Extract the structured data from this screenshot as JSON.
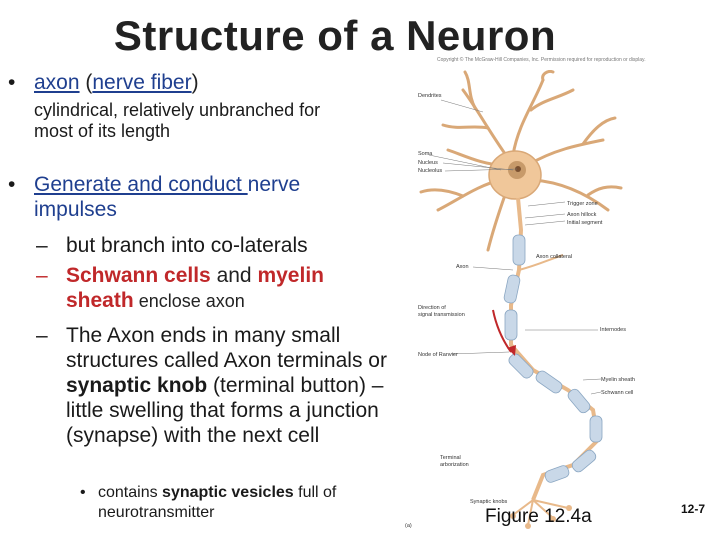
{
  "slide": {
    "title": "Structure of a Neuron",
    "copyright": "Copyright © The McGraw-Hill Companies, Inc. Permission required for reproduction or display.",
    "bullet1": {
      "marker": "•",
      "term": "axon",
      "paren_open": " (",
      "paren_term": "nerve fiber",
      "paren_close": ")"
    },
    "bullet1_sub": "cylindrical, relatively unbranched for most of its length",
    "bullet2": {
      "marker": "•",
      "underlined": "Generate and conduct ",
      "rest": "nerve impulses"
    },
    "dashes": [
      {
        "marker": "–",
        "text": " but branch into co-laterals"
      },
      {
        "marker": "–",
        "part1": "Schwann cells",
        "part2": " and ",
        "part3": "myelin sheath",
        "part4": " enclose axon"
      },
      {
        "marker": "–",
        "part1": "The Axon ends in many small structures called Axon terminals or ",
        "part2": "synaptic knob",
        "part3": " (terminal button) – little swelling that forms a junction (synapse) with the next cell"
      }
    ],
    "subbullet": {
      "marker": "•",
      "part1": "contains ",
      "part2": "synaptic vesicles",
      "part3": " full of neurotransmitter"
    },
    "figure_caption": "Figure 12.4a",
    "slide_number": "12-7"
  },
  "diagram_labels": {
    "dendrites": "Dendrites",
    "soma": "Soma",
    "nucleus": "Nucleus",
    "nucleolus": "Nucleolus",
    "trigger_zone": "Trigger zone",
    "axon_hillock": "Axon hillock",
    "initial_segment": "Initial segment",
    "axon_collateral": "Axon collateral",
    "axon": "Axon",
    "direction": "Direction of",
    "direction2": "signal transmission",
    "internodes": "Internodes",
    "node_of_ranvier": "Node of Ranvier",
    "myelin_sheath": "Myelin sheath",
    "schwann_cell": "Schwann cell",
    "terminal": "Terminal",
    "arborization": "arborization",
    "synaptic_knobs": "Synaptic knobs",
    "panel": "(a)"
  },
  "colors": {
    "title": "#222222",
    "blue_text": "#1f3f8f",
    "red_text": "#c0282a",
    "cell_body": "#f0c79a",
    "nucleus": "#c79a6a",
    "myelin": "#c9d8e8",
    "axon": "#e8b98a",
    "arrow": "#c0282a"
  }
}
